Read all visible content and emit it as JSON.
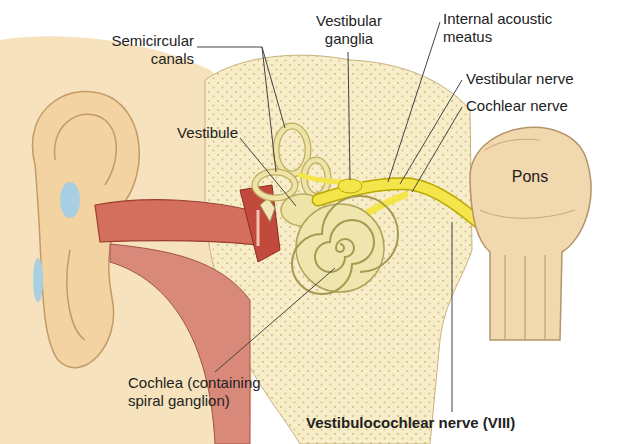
{
  "diagram": {
    "labels": [
      "Semicircular canals",
      "Vestibular ganglia",
      "Internal acoustic meatus",
      "Vestibular nerve",
      "Cochlear nerve",
      "Vestibule",
      "Pons",
      "Cochlea (containing spiral ganglion)",
      "Vestibulocochlear nerve (VIII)"
    ]
  }
}
